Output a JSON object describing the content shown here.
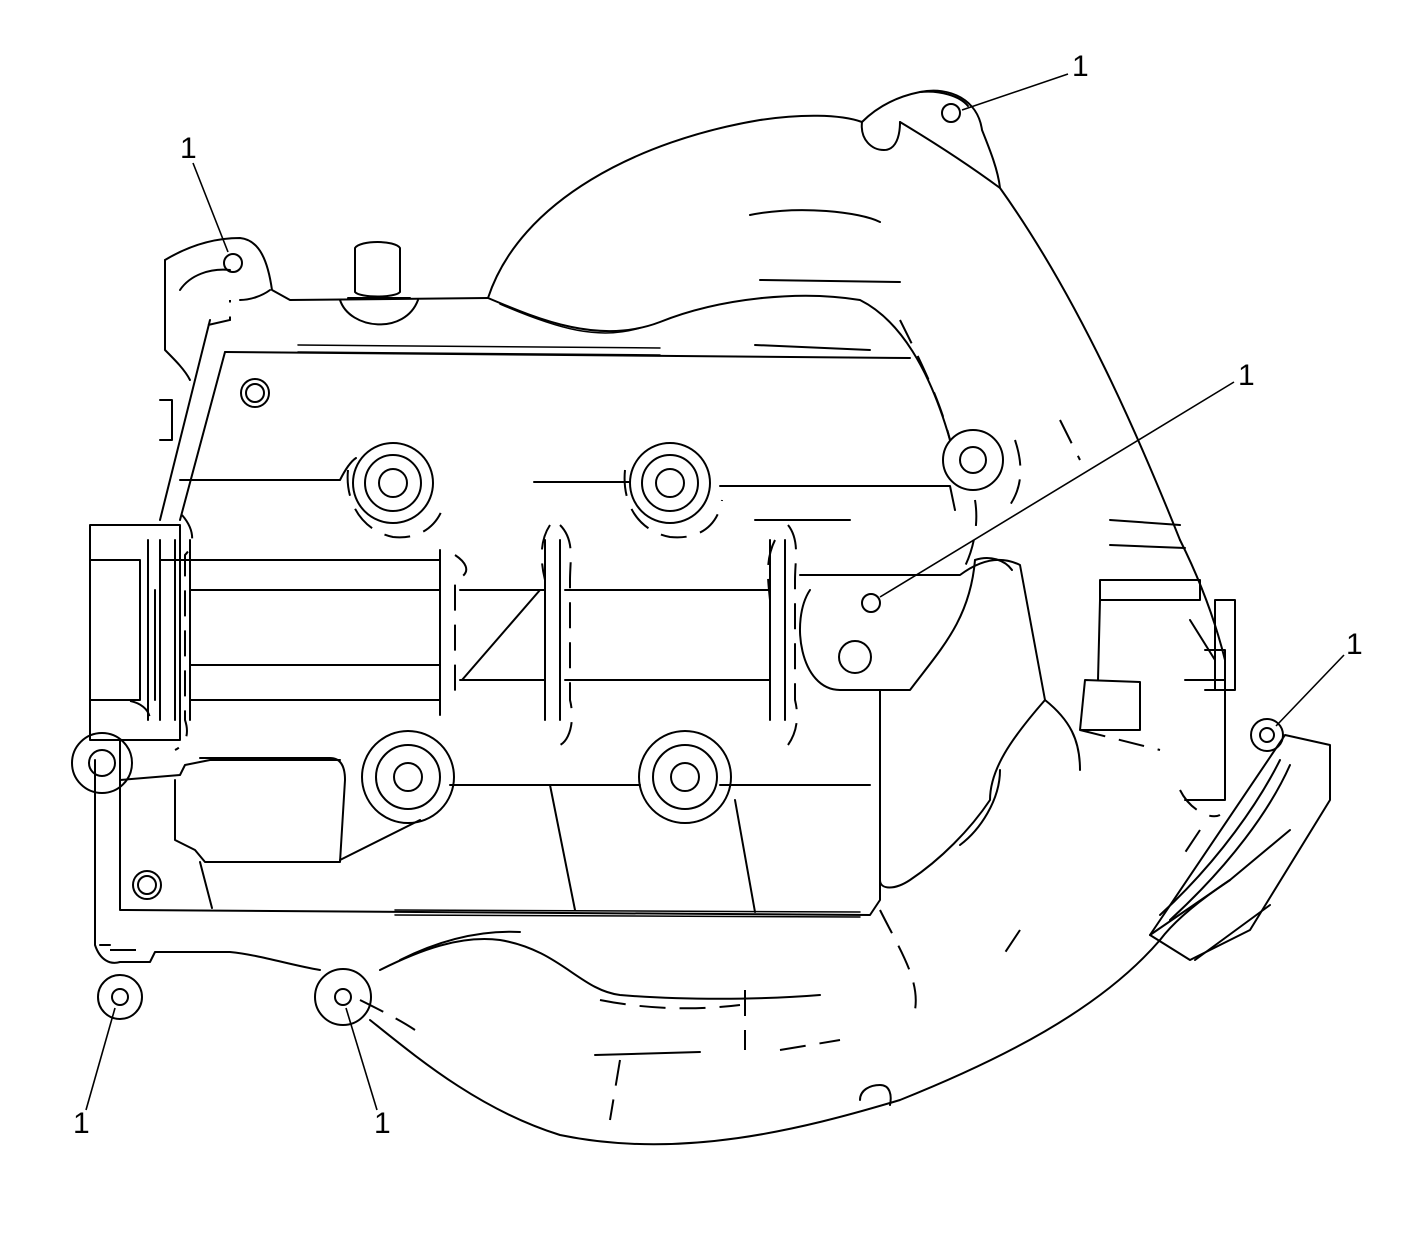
{
  "diagram": {
    "callouts": [
      {
        "id": "top-right-bolt",
        "label": "1"
      },
      {
        "id": "top-left-bolt",
        "label": "1"
      },
      {
        "id": "center-right-bolt",
        "label": "1"
      },
      {
        "id": "right-bolt",
        "label": "1"
      },
      {
        "id": "bottom-left-bolt",
        "label": "1"
      },
      {
        "id": "bottom-center-bolt",
        "label": "1"
      }
    ],
    "line_color": "#000000",
    "background": "#ffffff"
  }
}
